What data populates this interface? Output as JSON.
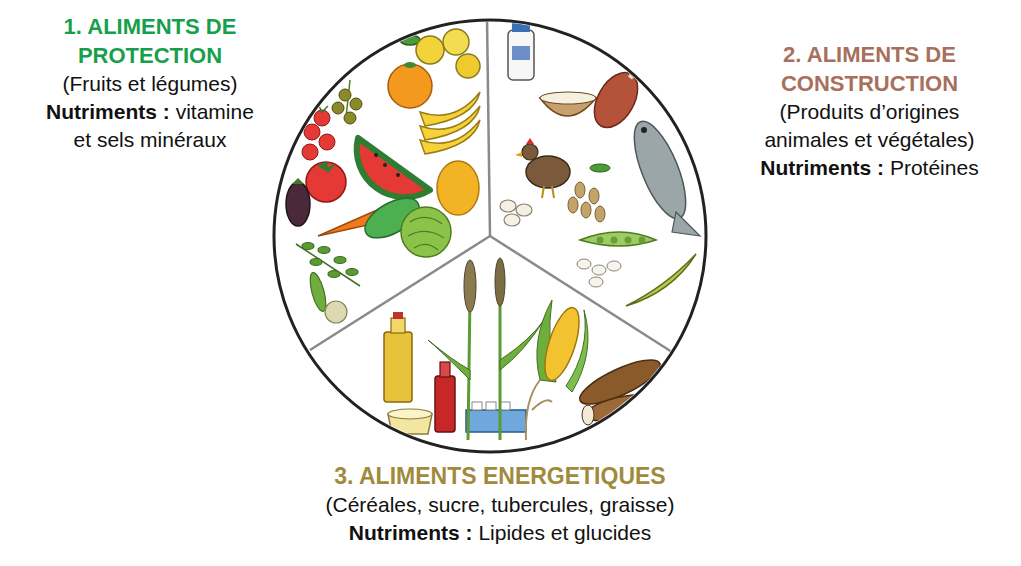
{
  "diagram": {
    "labels": [
      "1. ALIMENTS DE PROTECTION",
      "(Fruits et légumes)",
      "Nutriments :",
      "vitamine et sels minéraux",
      "2. ALIMENTS DE CONSTRUCTION",
      "(Produits d’origines animales et végétales)",
      "Nutriments :",
      "Protéines",
      "3. ALIMENTS ENERGETIQUES",
      "(Céréales, sucre, tubercules, graisse)",
      "Nutriments :",
      "Lipides et glucides"
    ]
  }
}
